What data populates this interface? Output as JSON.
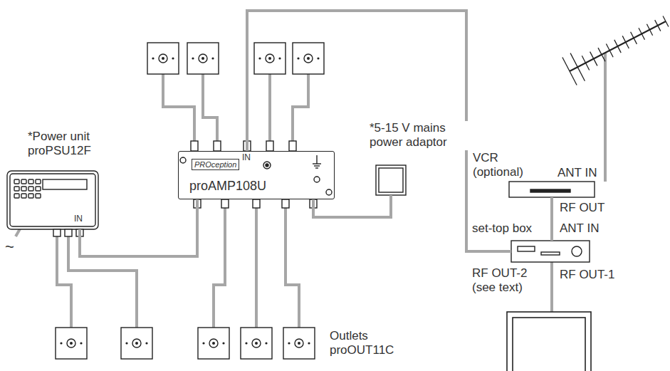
{
  "diagram": {
    "nodes": [
      {
        "text": [
          "*Power unit proPSU12F"
        ]
      },
      {
        "text": [
          "PROception",
          "proAMP108U"
        ]
      },
      {
        "text": [
          "*5-15 V mains power adaptor"
        ]
      },
      {
        "text": [
          "VCR (optional)"
        ]
      },
      {
        "text": [
          "set-top box"
        ]
      }
    ],
    "edges": [
      {
        "from": 0,
        "to": 1,
        "arrow": "none"
      },
      {
        "from": 2,
        "to": 1,
        "arrow": "none"
      },
      {
        "from": 4,
        "to": 1,
        "arrow": "none"
      },
      {
        "from": 3,
        "to": 4,
        "arrow": "none"
      }
    ],
    "labels": [
      "IN",
      "IN",
      "~",
      "ANT IN",
      "RF OUT",
      "ANT IN",
      "RF OUT-2 (see text)",
      "RF OUT-1",
      "Outlets proOUT11C"
    ]
  }
}
